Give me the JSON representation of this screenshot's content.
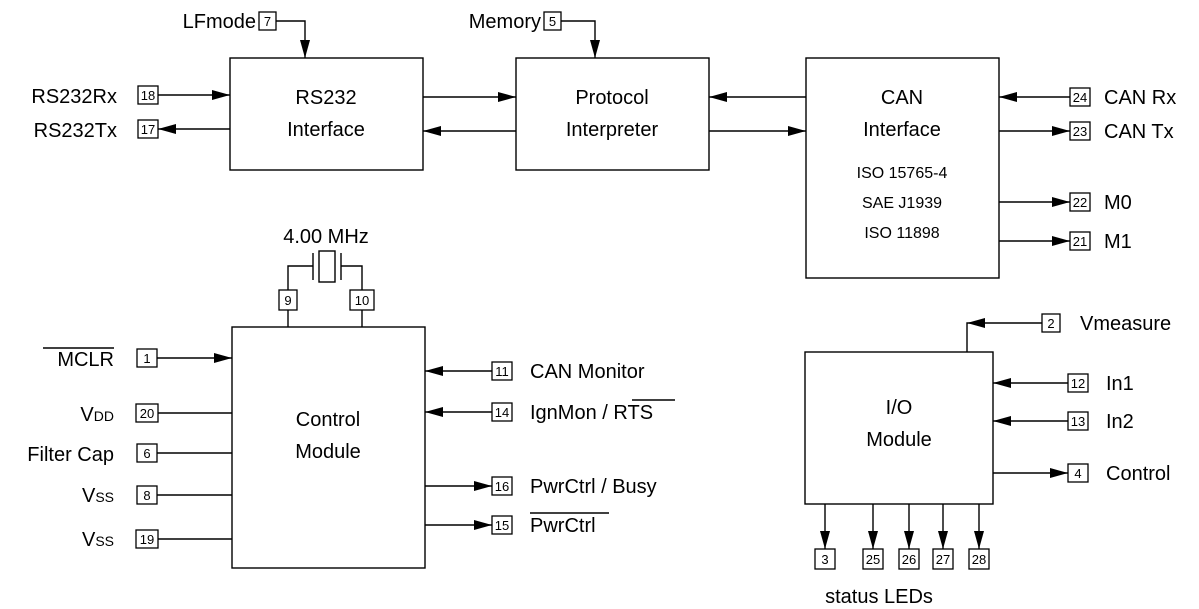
{
  "blocks": {
    "rs232": [
      "RS232",
      "Interface"
    ],
    "protocol": [
      "Protocol",
      "Interpreter"
    ],
    "can": [
      "CAN",
      "Interface"
    ],
    "can_standards": [
      "ISO 15765-4",
      "SAE J1939",
      "ISO 11898"
    ],
    "control": [
      "Control",
      "Module"
    ],
    "io": [
      "I/O",
      "Module"
    ]
  },
  "crystal": "4.00 MHz",
  "status_leds": "status LEDs",
  "pins": {
    "lfmode": {
      "num": "7",
      "label": "LFmode"
    },
    "memory": {
      "num": "5",
      "label": "Memory"
    },
    "rs232rx": {
      "num": "18",
      "label": "RS232Rx"
    },
    "rs232tx": {
      "num": "17",
      "label": "RS232Tx"
    },
    "canrx": {
      "num": "24",
      "label": "CAN Rx"
    },
    "cantx": {
      "num": "23",
      "label": "CAN Tx"
    },
    "m0": {
      "num": "22",
      "label": "M0"
    },
    "m1": {
      "num": "21",
      "label": "M1"
    },
    "xtal1": {
      "num": "9"
    },
    "xtal2": {
      "num": "10"
    },
    "mclr": {
      "num": "1",
      "label": "MCLR"
    },
    "vdd": {
      "num": "20",
      "label_main": "V",
      "label_sub": "DD"
    },
    "filtercap": {
      "num": "6",
      "label": "Filter Cap"
    },
    "vss1": {
      "num": "8",
      "label_main": "V",
      "label_sub": "SS"
    },
    "vss2": {
      "num": "19",
      "label_main": "V",
      "label_sub": "SS"
    },
    "canmon": {
      "num": "11",
      "label": "CAN Monitor"
    },
    "ignmon": {
      "num": "14",
      "label": "IgnMon / ",
      "label_bar": "RTS"
    },
    "pwrbusy": {
      "num": "16",
      "label": "PwrCtrl / Busy"
    },
    "pwrctrl": {
      "num": "15",
      "label_bar": "PwrCtrl"
    },
    "vmeasure": {
      "num": "2",
      "label": "Vmeasure"
    },
    "in1": {
      "num": "12",
      "label": "In1"
    },
    "in2": {
      "num": "13",
      "label": "In2"
    },
    "control": {
      "num": "4",
      "label": "Control"
    },
    "led1": {
      "num": "3"
    },
    "led2": {
      "num": "25"
    },
    "led3": {
      "num": "26"
    },
    "led4": {
      "num": "27"
    },
    "led5": {
      "num": "28"
    }
  }
}
